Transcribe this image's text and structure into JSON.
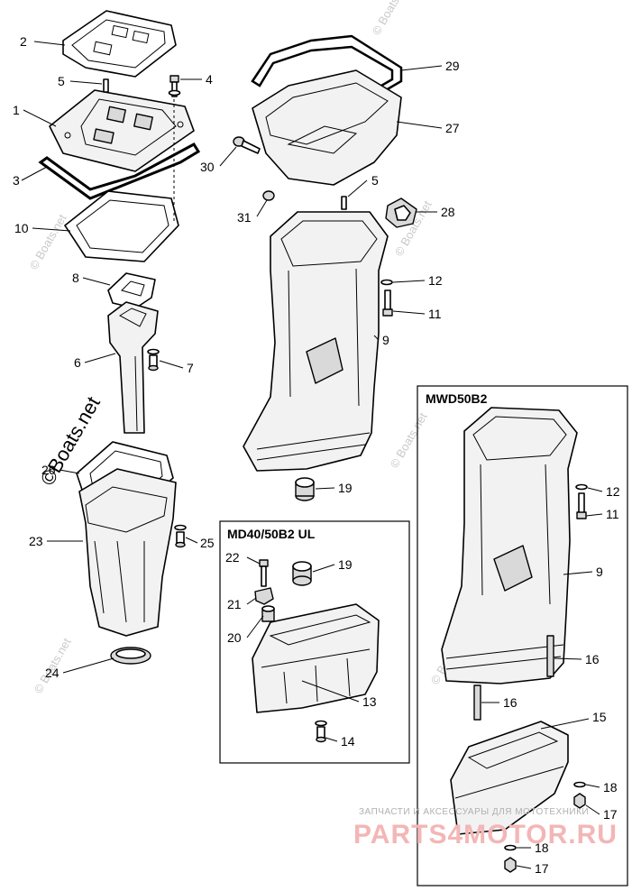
{
  "panels": {
    "ul_title": "MD40/50B2 UL",
    "mwd_title": "MWD50B2"
  },
  "callouts": {
    "n1": "1",
    "n2": "2",
    "n3": "3",
    "n4": "4",
    "n5a": "5",
    "n5b": "5",
    "n6": "6",
    "n7": "7",
    "n8": "8",
    "n9": "9",
    "n9b": "9",
    "n10": "10",
    "n11": "11",
    "n11b": "11",
    "n12": "12",
    "n12b": "12",
    "n13": "13",
    "n14": "14",
    "n15": "15",
    "n16a": "16",
    "n16b": "16",
    "n17a": "17",
    "n17b": "17",
    "n18a": "18",
    "n18b": "18",
    "n19a": "19",
    "n19b": "19",
    "n20": "20",
    "n21": "21",
    "n22": "22",
    "n23": "23",
    "n24": "24",
    "n25": "25",
    "n26": "26",
    "n27": "27",
    "n28": "28",
    "n29": "29",
    "n30": "30",
    "n31": "31"
  },
  "watermarks": {
    "side": "©Boats.net",
    "faint": "© Boats.net"
  },
  "brand": {
    "tagline": "ЗАПЧАСТИ И АКСЕССУАРЫ ДЛЯ МОТОТЕХНИКИ",
    "name": "PARTS4MOTOR.RU"
  }
}
